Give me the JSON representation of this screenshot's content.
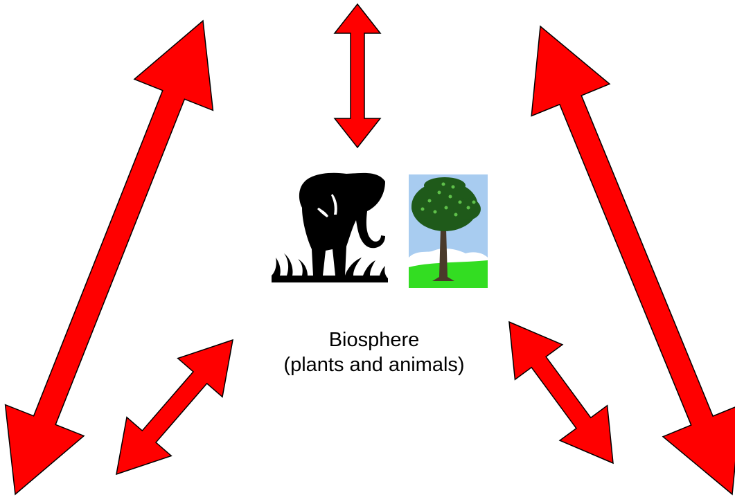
{
  "center_label": {
    "line1": "Biosphere",
    "line2": "(plants and animals)"
  },
  "arrows": [
    {
      "name": "arrow-top-vertical",
      "direction": "bidirectional"
    },
    {
      "name": "arrow-left-long",
      "direction": "bidirectional"
    },
    {
      "name": "arrow-right-long",
      "direction": "bidirectional"
    },
    {
      "name": "arrow-lower-left-short",
      "direction": "bidirectional"
    },
    {
      "name": "arrow-lower-right-short",
      "direction": "bidirectional"
    }
  ],
  "icons": [
    {
      "name": "elephant-silhouette-icon"
    },
    {
      "name": "tree-clipart-icon"
    }
  ],
  "colors": {
    "arrow_fill": "#ff0000",
    "arrow_stroke": "#000000",
    "elephant": "#000000",
    "sky": "#a8ccf0",
    "grass": "#33dd22",
    "foliage": "#1f5a1a",
    "trunk": "#4a3a2a"
  }
}
